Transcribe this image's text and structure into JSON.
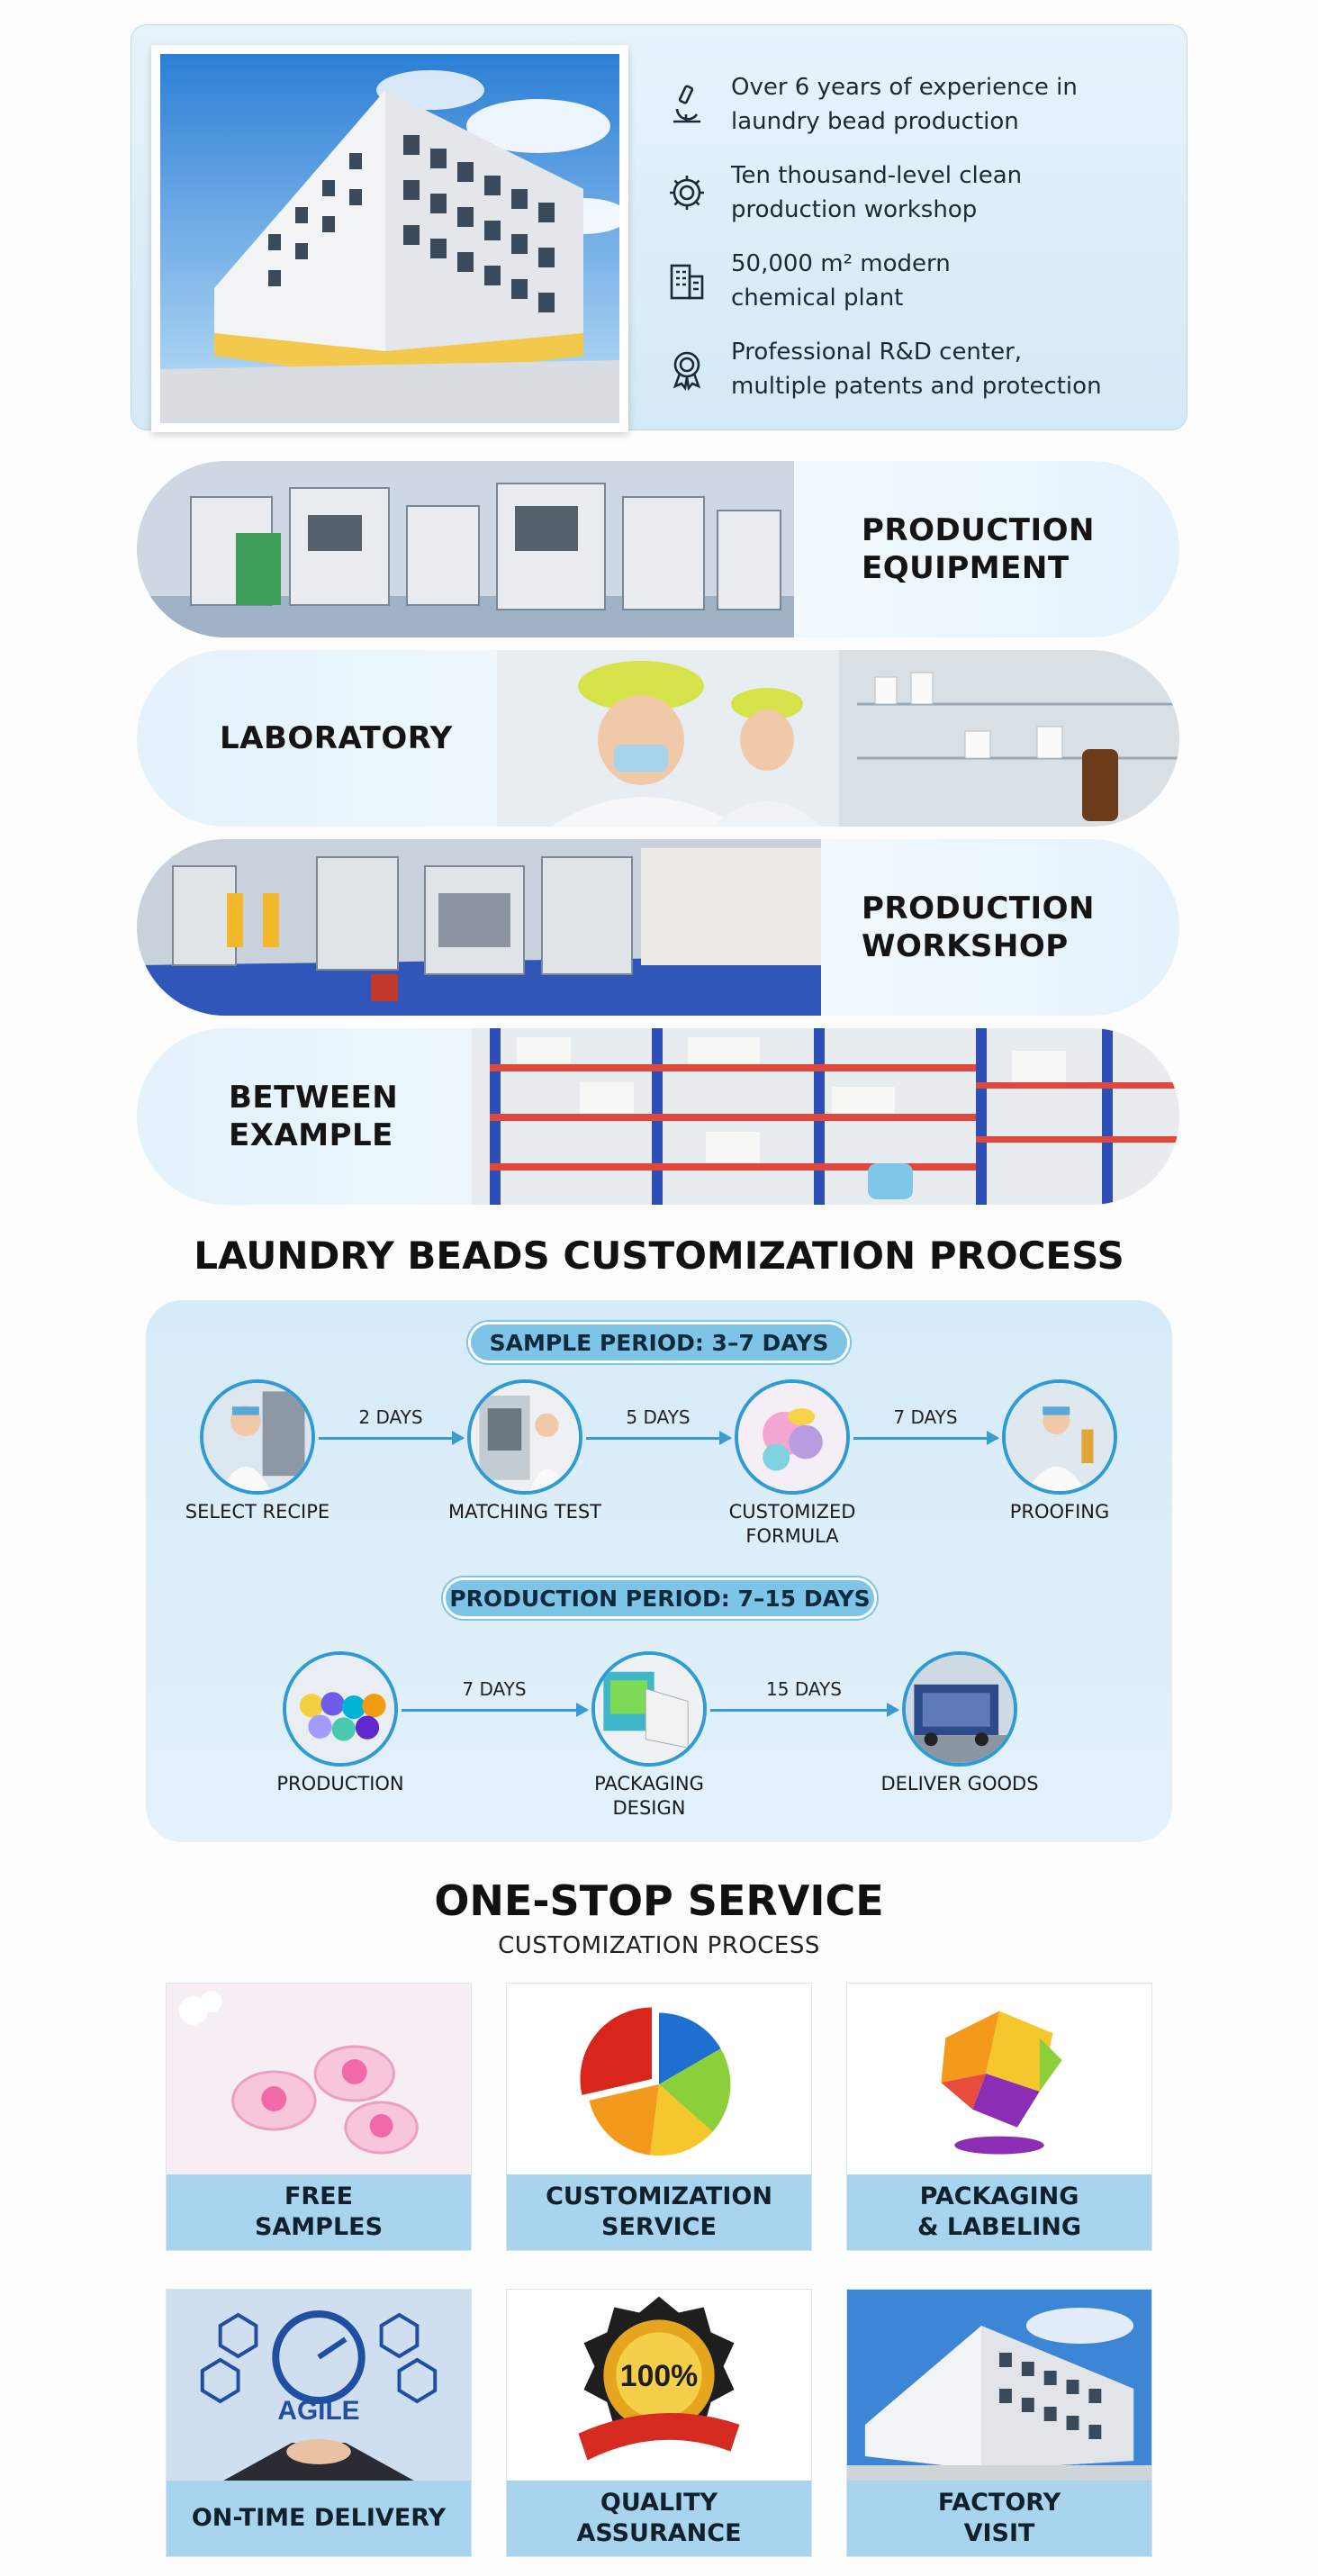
{
  "company": {
    "features": [
      {
        "icon": "microscope-icon",
        "text": "Over 6 years of experience in\nlaundry bead production"
      },
      {
        "icon": "gear-icon",
        "text": "Ten thousand-level clean\nproduction workshop"
      },
      {
        "icon": "building-icon",
        "text": "50,000 m² modern\nchemical plant"
      },
      {
        "icon": "award-badge-icon",
        "text": "Professional R&D center,\nmultiple patents and protection"
      }
    ]
  },
  "facilities": [
    {
      "label": "PRODUCTION\nEQUIPMENT"
    },
    {
      "label": "LABORATORY"
    },
    {
      "label": "PRODUCTION\nWORKSHOP"
    },
    {
      "label": "BETWEEN\nEXAMPLE"
    }
  ],
  "process": {
    "title": "LAUNDRY BEADS CUSTOMIZATION PROCESS",
    "sample_period": "SAMPLE PERIOD: 3–7 DAYS",
    "sample_steps": [
      {
        "label": "SELECT RECIPE"
      },
      {
        "label": "MATCHING TEST"
      },
      {
        "label": "CUSTOMIZED\nFORMULA"
      },
      {
        "label": "PROOFING"
      }
    ],
    "sample_days": [
      "2 DAYS",
      "5 DAYS",
      "7 DAYS"
    ],
    "production_period": "PRODUCTION PERIOD: 7–15 DAYS",
    "production_steps": [
      {
        "label": "PRODUCTION"
      },
      {
        "label": "PACKAGING\nDESIGN"
      },
      {
        "label": "DELIVER GOODS"
      }
    ],
    "production_days": [
      "7 DAYS",
      "15 DAYS"
    ]
  },
  "service": {
    "title": "ONE-STOP SERVICE",
    "subtitle": "CUSTOMIZATION PROCESS",
    "cards": [
      {
        "label": "FREE\nSAMPLES"
      },
      {
        "label": "CUSTOMIZATION\nSERVICE"
      },
      {
        "label": "PACKAGING\n& LABELING"
      },
      {
        "label": "ON-TIME DELIVERY",
        "art_text": "AGILE"
      },
      {
        "label": "QUALITY\nASSURANCE",
        "art_text": "100%"
      },
      {
        "label": "FACTORY\nVISIT"
      }
    ]
  },
  "colors": {
    "accent": "#2f9bd4",
    "panel": "#d6ebf8",
    "caption": "#a9d4ee"
  }
}
